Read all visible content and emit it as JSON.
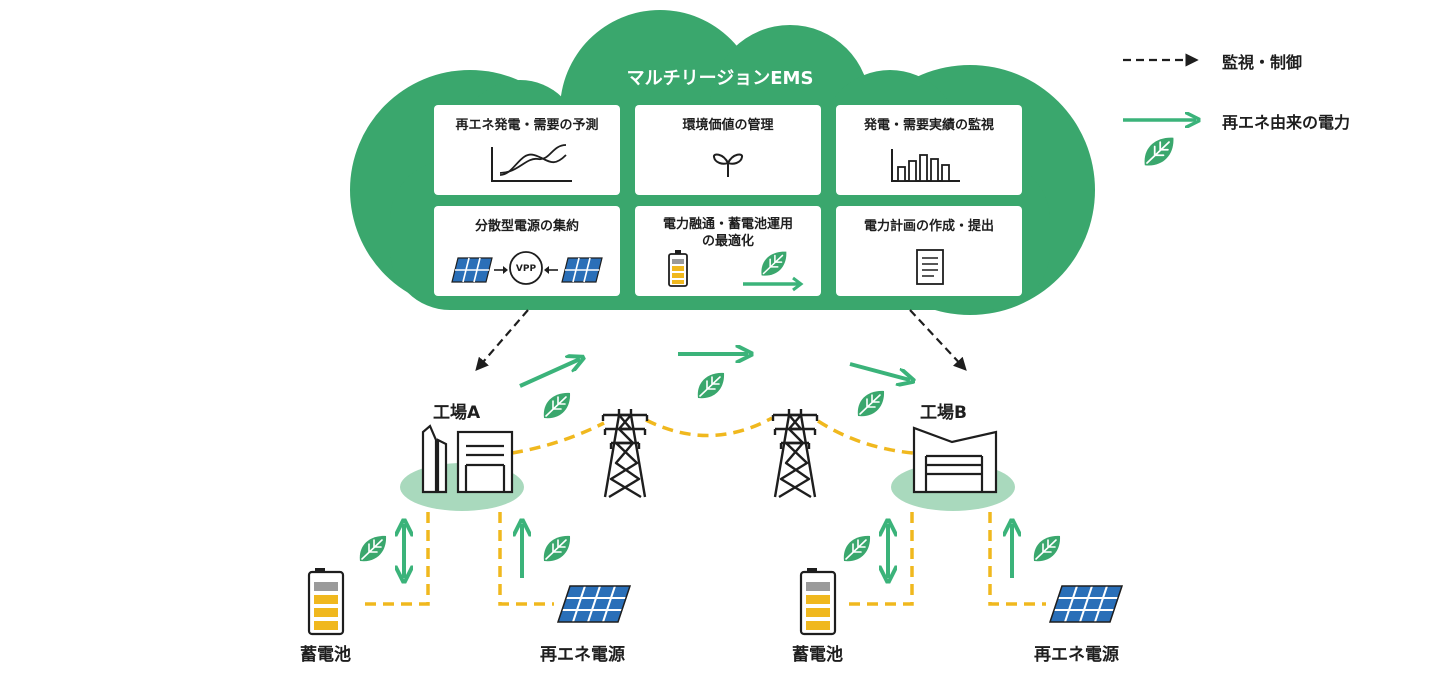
{
  "cloud": {
    "title": "マルチリージョンEMS",
    "boxes": [
      {
        "label": "再エネ発電・需要の予測"
      },
      {
        "label": "環境価値の管理"
      },
      {
        "label": "発電・需要実績の監視"
      },
      {
        "label": "分散型電源の集約"
      },
      {
        "label_line1": "電力融通・蓄電池運用",
        "label_line2": "の最適化"
      },
      {
        "label": "電力計画の作成・提出"
      }
    ],
    "vpp_label": "VPP"
  },
  "legend": {
    "monitor_control": "監視・制御",
    "renewable_power": "再エネ由来の電力"
  },
  "sites": {
    "factory_a": "工場A",
    "factory_b": "工場B",
    "battery_a": "蓄電池",
    "solar_a": "再エネ電源",
    "battery_b": "蓄電池",
    "solar_b": "再エネ電源"
  },
  "colors": {
    "green": "#3aa76d",
    "arrow_green": "#3bb37a",
    "light_green": "#a9d9bd",
    "yellow_dash": "#f0b81e",
    "solar_blue": "#2a6fb8",
    "black": "#1e1e1e"
  }
}
